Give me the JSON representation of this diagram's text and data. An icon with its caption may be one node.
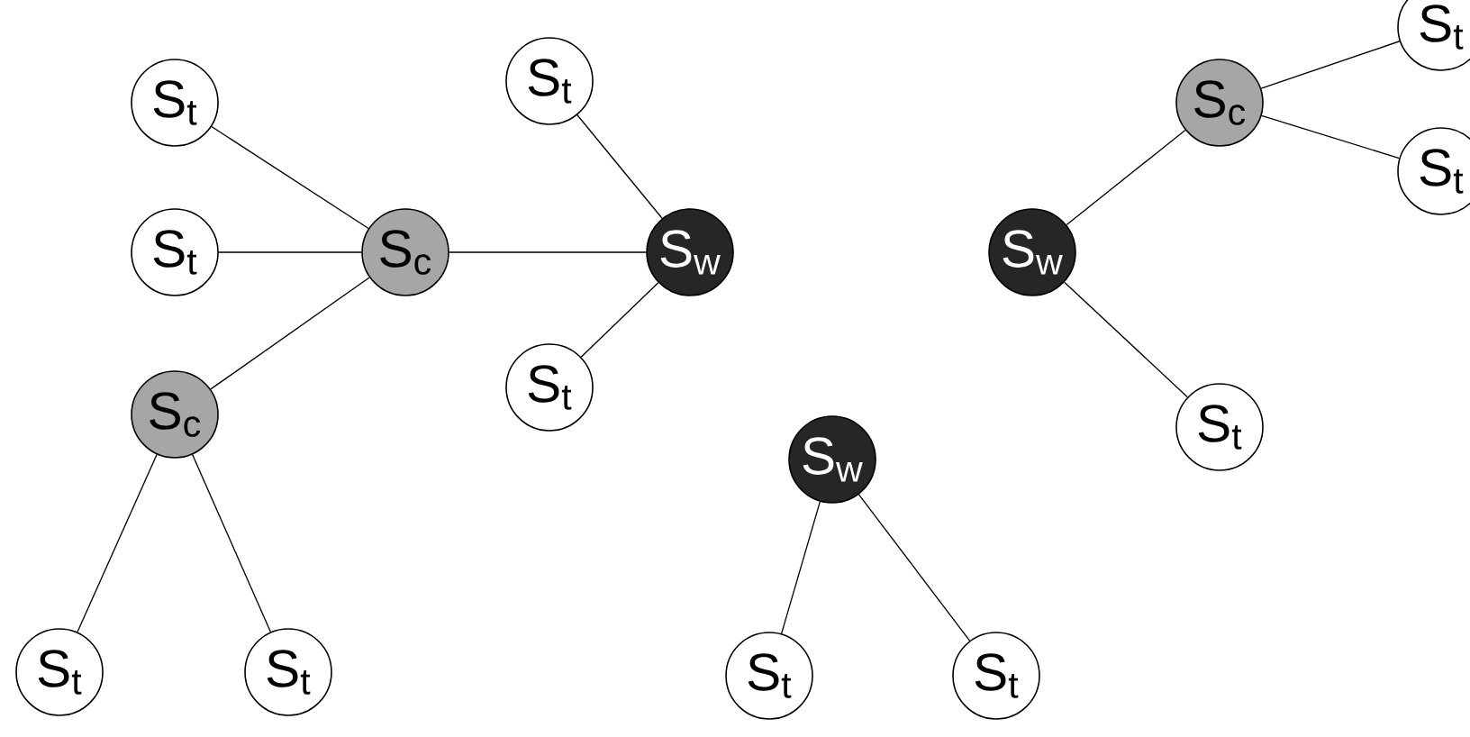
{
  "diagram": {
    "nodes": [
      {
        "text": [
          "S$_{t}$"
        ]
      },
      {
        "text": [
          "S$_{t}$"
        ]
      },
      {
        "text": [
          "S$_{c}$"
        ]
      },
      {
        "text": [
          "S$_{t}$"
        ]
      },
      {
        "text": [
          "S$_{w}$"
        ]
      },
      {
        "text": [
          "S$_{t}$"
        ]
      },
      {
        "text": [
          "S$_{c}$"
        ]
      },
      {
        "text": [
          "S$_{t}$"
        ]
      },
      {
        "text": [
          "S$_{t}$"
        ]
      },
      {
        "text": [
          "S$_{w}$"
        ]
      },
      {
        "text": [
          "S$_{t}$"
        ]
      },
      {
        "text": [
          "S$_{t}$"
        ]
      },
      {
        "text": [
          "S$_{w}$"
        ]
      },
      {
        "text": [
          "S$_{c}$"
        ]
      },
      {
        "text": [
          "S$_{t}$"
        ]
      },
      {
        "text": [
          "S$_{t}$"
        ]
      },
      {
        "text": [
          "S$_{t}$"
        ]
      }
    ],
    "edges": [
      {
        "from": 0,
        "to": 2,
        "arrow": "none"
      },
      {
        "from": 1,
        "to": 2,
        "arrow": "none"
      },
      {
        "from": 2,
        "to": 4,
        "arrow": "none"
      },
      {
        "from": 3,
        "to": 4,
        "arrow": "none"
      },
      {
        "from": 5,
        "to": 4,
        "arrow": "none"
      },
      {
        "from": 6,
        "to": 2,
        "arrow": "none"
      },
      {
        "from": 6,
        "to": 7,
        "arrow": "none"
      },
      {
        "from": 6,
        "to": 8,
        "arrow": "none"
      },
      {
        "from": 9,
        "to": 10,
        "arrow": "none"
      },
      {
        "from": 9,
        "to": 11,
        "arrow": "none"
      },
      {
        "from": 12,
        "to": 13,
        "arrow": "none"
      },
      {
        "from": 13,
        "to": 14,
        "arrow": "none"
      },
      {
        "from": 13,
        "to": 15,
        "arrow": "none"
      },
      {
        "from": 12,
        "to": 16,
        "arrow": "none"
      }
    ]
  }
}
